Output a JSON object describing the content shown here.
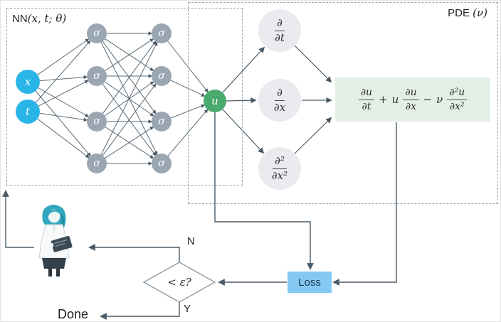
{
  "nn": {
    "title_main": "NN",
    "title_args": "(x, t; θ)",
    "input1": "x",
    "input2": "t",
    "sigma": "σ",
    "output": "u"
  },
  "pde": {
    "title_main": "PDE",
    "title_args": "(ν)",
    "operators": [
      {
        "num": "∂",
        "den": "∂t"
      },
      {
        "num": "∂",
        "den": "∂x"
      },
      {
        "num": "∂²",
        "den": "∂x²"
      }
    ],
    "formula": {
      "t1": {
        "num": "∂u",
        "den": "∂t"
      },
      "op1": "+",
      "c1": "u",
      "t2": {
        "num": "∂u",
        "den": "∂x"
      },
      "op2": "−",
      "c2": "ν",
      "t3": {
        "num": "∂²u",
        "den": "∂x²"
      }
    }
  },
  "flow": {
    "loss": "Loss",
    "condition": "< ε?",
    "no": "N",
    "yes": "Y",
    "done": "Done"
  },
  "colors": {
    "input_node": "#29b5e8",
    "hidden_node": "#9aa7b2",
    "output_node": "#4aa96c",
    "operator_circle": "#e9ebee",
    "formula_bg": "#e3efe4",
    "loss_bg": "#85c9f2",
    "line": "#4a5a66"
  }
}
